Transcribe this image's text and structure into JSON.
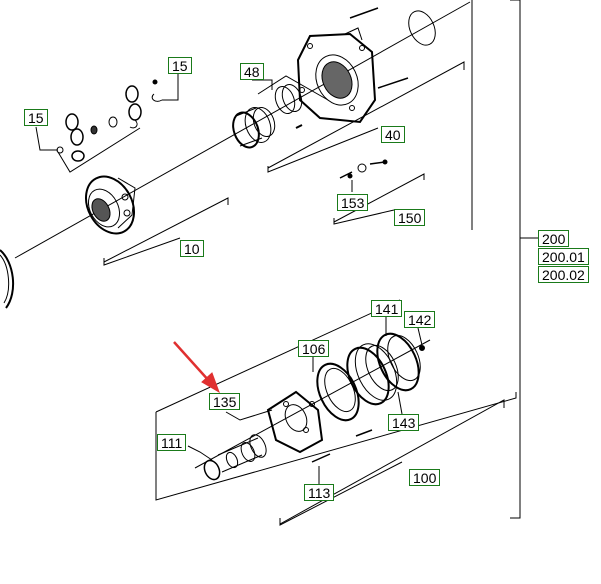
{
  "callouts": {
    "c15a": "15",
    "c15b": "15",
    "c48": "48",
    "c40": "40",
    "c10": "10",
    "c153": "153",
    "c150": "150",
    "c200": "200",
    "c200_01": "200.01",
    "c200_02": "200.02",
    "c141": "141",
    "c142": "142",
    "c106": "106",
    "c135": "135",
    "c143": "143",
    "c111": "111",
    "c113": "113",
    "c100": "100"
  },
  "colors": {
    "callout_border": "#1a7a1a",
    "arrow": "#e03030",
    "line": "#000000"
  }
}
